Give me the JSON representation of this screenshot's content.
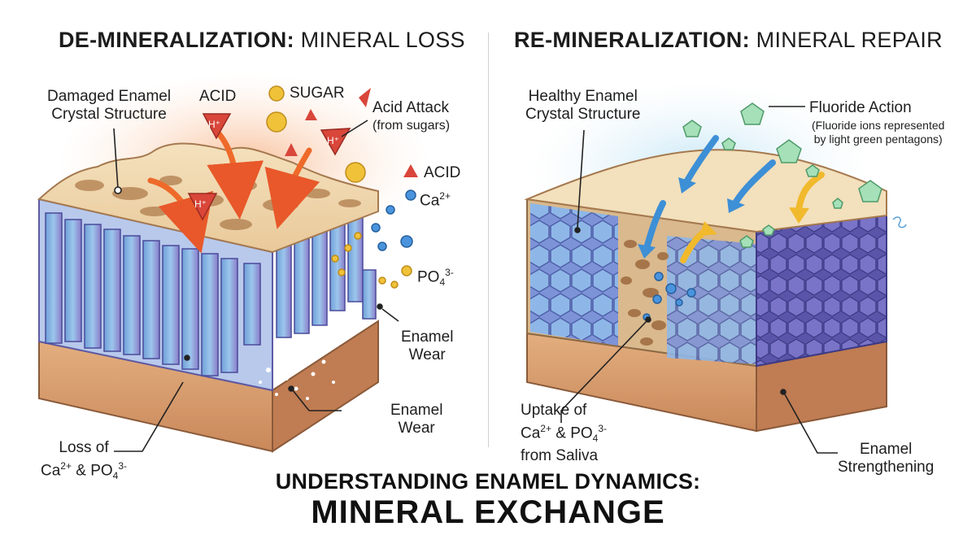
{
  "left_panel": {
    "title_bold": "DE-MINERALIZATION:",
    "title_rest": " MINERAL LOSS",
    "labels": {
      "damaged_1": "Damaged Enamel",
      "damaged_2": "Crystal Structure",
      "acid_top": "ACID",
      "sugar": "SUGAR",
      "acid_attack": "Acid Attack",
      "from_sugars": "(from sugars)",
      "acid_right": "ACID",
      "ca": "Ca",
      "ca_sup": "2+",
      "po": "PO",
      "po_sub": "4",
      "po_sup": "3-",
      "wear_1a": "Enamel",
      "wear_1b": "Wear",
      "wear_2a": "Enamel",
      "wear_2b": "Wear",
      "loss_1": "Loss of",
      "loss_ca": "Ca",
      "loss_ca_sup": "2+",
      "loss_amp": " & PO",
      "loss_sub": "4",
      "loss_sup": "3-",
      "h_plus": "H⁺"
    }
  },
  "right_panel": {
    "title_bold": "RE-MINERALIZATION:",
    "title_rest": " MINERAL REPAIR",
    "labels": {
      "healthy_1": "Healthy Enamel",
      "healthy_2": "Crystal Structure",
      "fluoride": "Fluoride Action",
      "fluoride_note_1": "(Fluoride ions represented",
      "fluoride_note_2": "by light green pentagons)",
      "uptake_1": "Uptake of",
      "uptake_ca": "Ca",
      "uptake_ca_sup": "2+",
      "uptake_amp": " & PO",
      "uptake_sub": "4",
      "uptake_sup": "3-",
      "uptake_3": "from Saliva",
      "strength_1": "Enamel",
      "strength_2": "Strengthening"
    }
  },
  "footer": {
    "line1": "UNDERSTANDING ENAMEL DYNAMICS:",
    "line2": "MINERAL EXCHANGE"
  },
  "colors": {
    "enamel_top": "#f1dcb6",
    "dentin": "#d9a070",
    "crystal_blue": "#7fb2e0",
    "crystal_purple": "#9b8ad0",
    "acid_red": "#d9463a",
    "sugar_yellow": "#f0c23a",
    "ion_blue": "#3a8ad8",
    "fluoride_green": "#9fdcb0",
    "arrow_orange": "#ee6a2a",
    "arrow_blue": "#3d8fd6",
    "arrow_yellow": "#f1b92c"
  }
}
